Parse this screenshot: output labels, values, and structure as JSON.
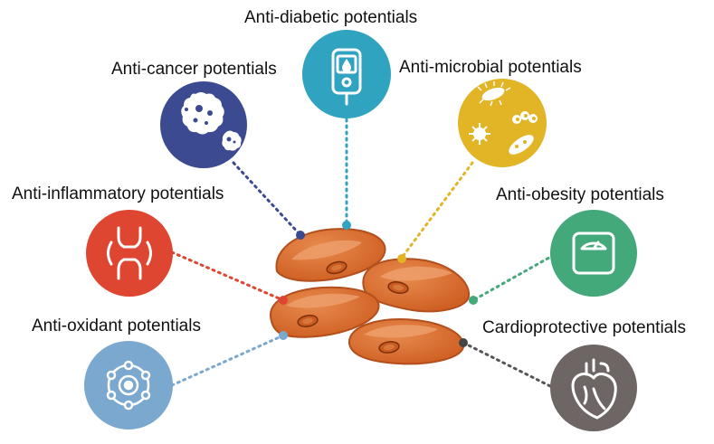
{
  "labels": {
    "anti_diabetic": "Anti-diabetic potentials",
    "anti_cancer": "Anti-cancer potentials",
    "anti_microbial": "Anti-microbial potentials",
    "anti_inflammatory": "Anti-inflammatory potentials",
    "anti_obesity": "Anti-obesity potentials",
    "anti_oxidant": "Anti-oxidant potentials",
    "cardioprotective": "Cardioprotective potentials"
  },
  "colors": {
    "anti_diabetic": "#2fa3bf",
    "anti_cancer": "#3b4a91",
    "anti_microbial": "#e2b526",
    "anti_inflammatory": "#de4632",
    "anti_obesity": "#43a87a",
    "anti_oxidant": "#7aa8cf",
    "cardioprotective": "#6e6665",
    "cell_fill": "#d96a2b",
    "cell_outline": "#b34f1d",
    "cell_highlight": "#eea06e"
  },
  "icons": {
    "anti_diabetic": "glucose-meter-icon",
    "anti_cancer": "cancer-cell-icon",
    "anti_microbial": "microbes-icon",
    "anti_inflammatory": "joint-icon",
    "anti_obesity": "weight-scale-icon",
    "anti_oxidant": "molecule-icon",
    "cardioprotective": "heart-icon"
  }
}
